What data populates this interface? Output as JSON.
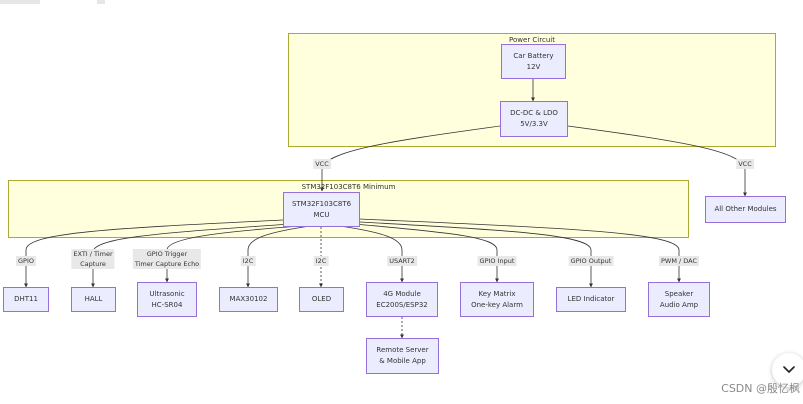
{
  "clusters": {
    "power": "Power Circuit",
    "mcu": "STM32F103C8T6 Minimum"
  },
  "nodes": {
    "battery": "Car Battery\n12V",
    "dcdc": "DC-DC & LDO\n5V/3.3V",
    "mcu": "STM32F103C8T6\nMCU",
    "other": "All Other Modules",
    "dht11": "DHT11",
    "hall": "HALL",
    "ultrasonic": "Ultrasonic\nHC-SR04",
    "max30102": "MAX30102",
    "oled": "OLED",
    "module4g": "4G Module\nEC200S/ESP32",
    "keymatrix": "Key Matrix\nOne-key Alarm",
    "led": "LED Indicator",
    "speaker": "Speaker\nAudio Amp",
    "remote": "Remote Server\n& Mobile App"
  },
  "edge_labels": {
    "vcc_mcu": "VCC",
    "vcc_other": "VCC",
    "gpio": "GPIO",
    "exti": "EXTI / Timer\nCapture",
    "gpio_trigger": "GPIO Trigger\nTimer Capture Echo",
    "i2c_max": "I2C",
    "i2c_oled": "I2C",
    "usart": "USART2",
    "gpio_input": "GPIO Input",
    "gpio_output": "GPIO Output",
    "pwm_dac": "PWM / DAC"
  },
  "watermark": "CSDN @殷忆枫",
  "colors": {
    "node_fill": "#ececff",
    "node_border": "#9370db",
    "cluster_fill": "#ffffde",
    "cluster_border": "#aaaa33",
    "edge_label_bg": "#e8e8e8"
  },
  "icons": {
    "scroll_button": "chevron-down-icon"
  }
}
